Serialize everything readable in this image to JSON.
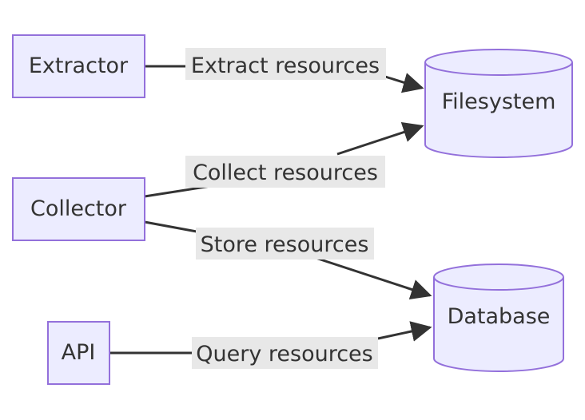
{
  "nodes": {
    "extractor": "Extractor",
    "collector": "Collector",
    "api": "API",
    "filesystem": "Filesystem",
    "database": "Database"
  },
  "edges": {
    "extract": "Extract resources",
    "collect": "Collect resources",
    "store": "Store resources",
    "query": "Query resources"
  },
  "colors": {
    "node_fill": "#ececff",
    "node_stroke": "#9370db",
    "edge": "#333333",
    "label_bg": "#e8e8e8"
  }
}
